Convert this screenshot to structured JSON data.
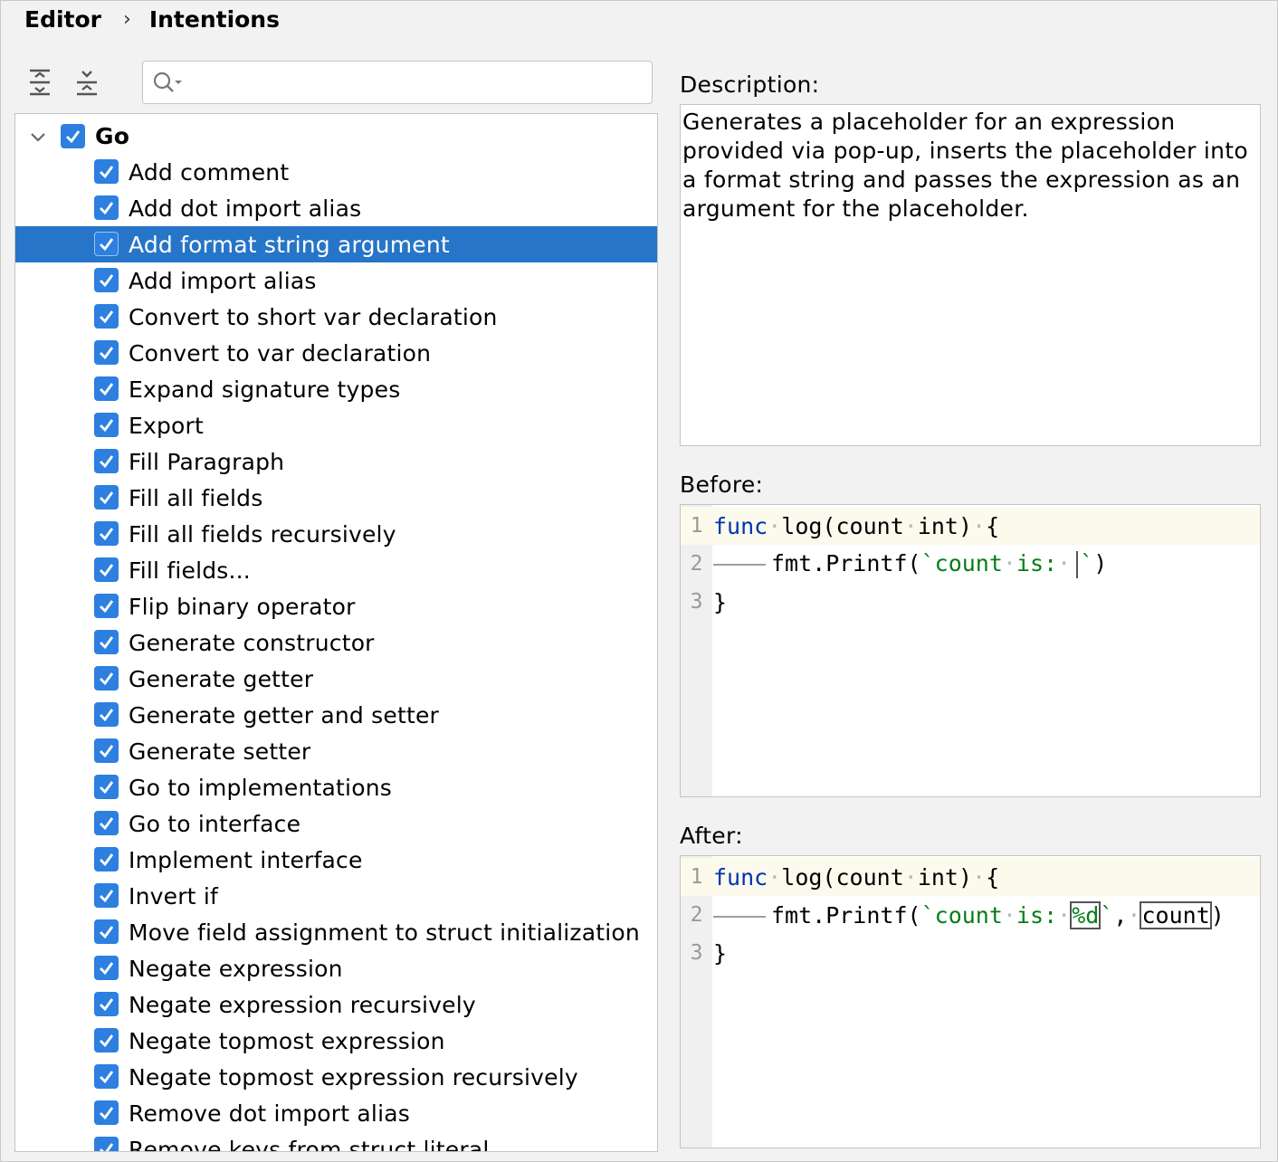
{
  "breadcrumb": {
    "parent": "Editor",
    "separator": "›",
    "current": "Intentions"
  },
  "toolbar": {
    "expand_icon": "expand-all-icon",
    "collapse_icon": "collapse-all-icon",
    "search_placeholder": "",
    "search_value": ""
  },
  "tree": {
    "root": {
      "label": "Go",
      "checked": true,
      "expanded": true
    },
    "items": [
      {
        "label": "Add comment",
        "checked": true
      },
      {
        "label": "Add dot import alias",
        "checked": true
      },
      {
        "label": "Add format string argument",
        "checked": true,
        "selected": true
      },
      {
        "label": "Add import alias",
        "checked": true
      },
      {
        "label": "Convert to short var declaration",
        "checked": true
      },
      {
        "label": "Convert to var declaration",
        "checked": true
      },
      {
        "label": "Expand signature types",
        "checked": true
      },
      {
        "label": "Export",
        "checked": true
      },
      {
        "label": "Fill Paragraph",
        "checked": true
      },
      {
        "label": "Fill all fields",
        "checked": true
      },
      {
        "label": "Fill all fields recursively",
        "checked": true
      },
      {
        "label": "Fill fields...",
        "checked": true
      },
      {
        "label": "Flip binary operator",
        "checked": true
      },
      {
        "label": "Generate constructor",
        "checked": true
      },
      {
        "label": "Generate getter",
        "checked": true
      },
      {
        "label": "Generate getter and setter",
        "checked": true
      },
      {
        "label": "Generate setter",
        "checked": true
      },
      {
        "label": "Go to implementations",
        "checked": true
      },
      {
        "label": "Go to interface",
        "checked": true
      },
      {
        "label": "Implement interface",
        "checked": true
      },
      {
        "label": "Invert if",
        "checked": true
      },
      {
        "label": "Move field assignment to struct initialization",
        "checked": true
      },
      {
        "label": "Negate expression",
        "checked": true
      },
      {
        "label": "Negate expression recursively",
        "checked": true
      },
      {
        "label": "Negate topmost expression",
        "checked": true
      },
      {
        "label": "Negate topmost expression recursively",
        "checked": true
      },
      {
        "label": "Remove dot import alias",
        "checked": true
      },
      {
        "label": "Remove keys from struct literal",
        "checked": true
      }
    ]
  },
  "description": {
    "label": "Description:",
    "text": "Generates a placeholder for an expression provided via pop-up, inserts the placeholder into a format string and passes the expression as an argument for the placeholder."
  },
  "before": {
    "label": "Before:",
    "lines": [
      {
        "n": "1",
        "kw": "func",
        "rest": "log(count",
        "rest2": "int)",
        "rest3": "{"
      },
      {
        "n": "2",
        "call": "fmt.Printf(",
        "tick": "`",
        "s1": "count",
        "s2": "is:",
        "tick2": "`",
        "close": ")"
      },
      {
        "n": "3",
        "brace": "}"
      }
    ]
  },
  "after": {
    "label": "After:",
    "lines": [
      {
        "n": "1",
        "kw": "func",
        "rest": "log(count",
        "rest2": "int)",
        "rest3": "{"
      },
      {
        "n": "2",
        "call": "fmt.Printf(",
        "tick": "`",
        "s1": "count",
        "s2": "is:",
        "placeholder": "%d",
        "tick2": "`",
        "comma": ",",
        "arg": "count",
        "close": ")"
      },
      {
        "n": "3",
        "brace": "}"
      }
    ]
  },
  "colors": {
    "selection": "#2675c8",
    "checkbox": "#2d7fe0",
    "keyword": "#0033b3",
    "string": "#067d17"
  }
}
